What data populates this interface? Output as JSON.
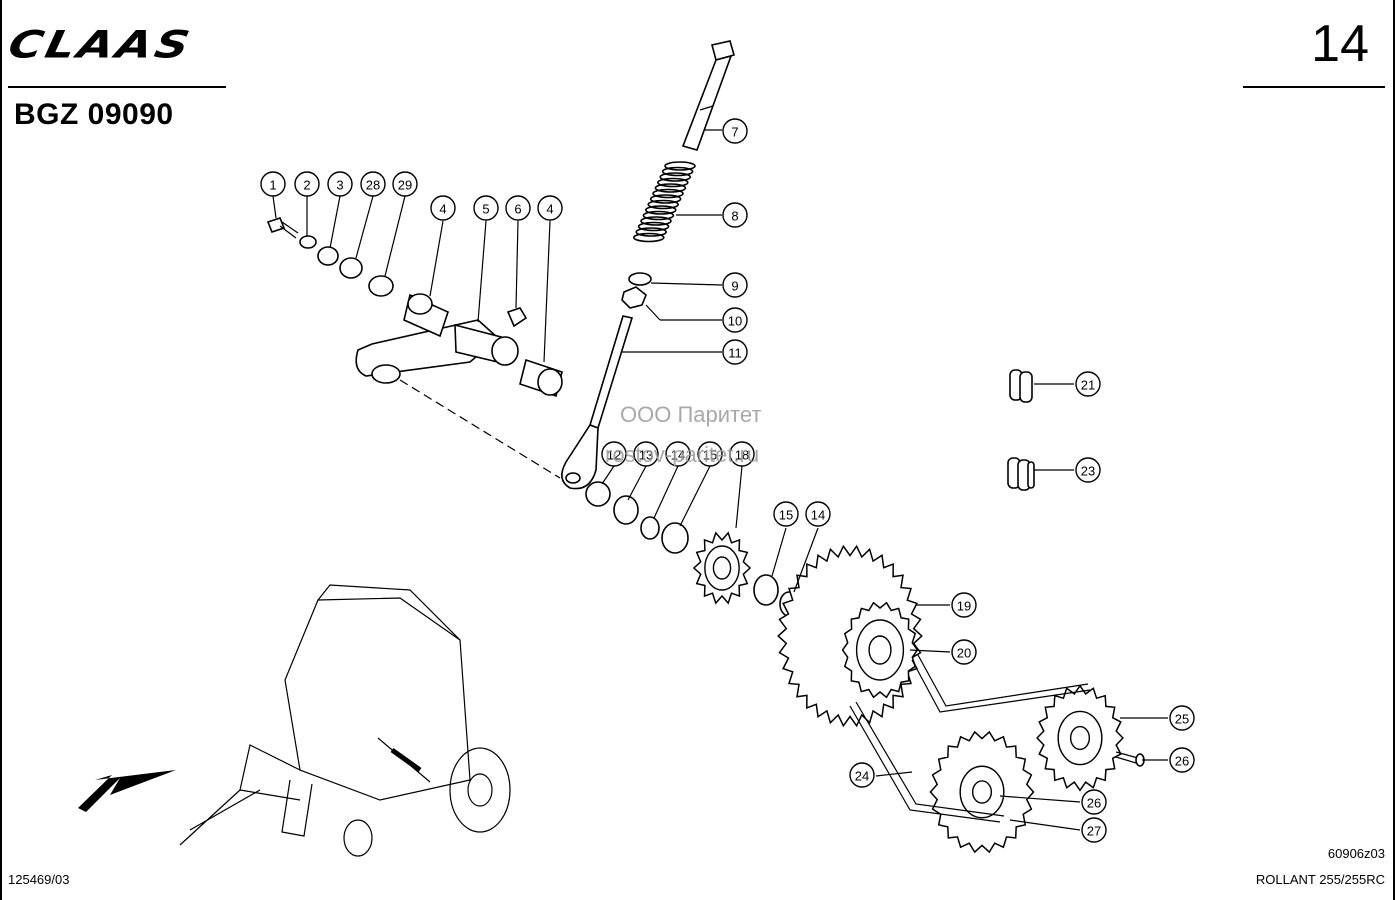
{
  "header": {
    "brand": "CLAAS",
    "page_number": "14",
    "drawing_code": "BGZ 09090"
  },
  "footer": {
    "document_number": "125469/03",
    "figure_code": "60906z03",
    "model": "ROLLANT 255/255RC"
  },
  "watermark": {
    "line1": "ООО Паритет",
    "line2": "rostov-paritet.ru"
  },
  "callouts": [
    "1",
    "2",
    "3",
    "28",
    "29",
    "4",
    "5",
    "6",
    "4",
    "7",
    "8",
    "9",
    "10",
    "11",
    "12",
    "13",
    "14",
    "15",
    "18",
    "15",
    "14",
    "19",
    "20",
    "21",
    "23",
    "25",
    "26",
    "24",
    "26",
    "27"
  ]
}
